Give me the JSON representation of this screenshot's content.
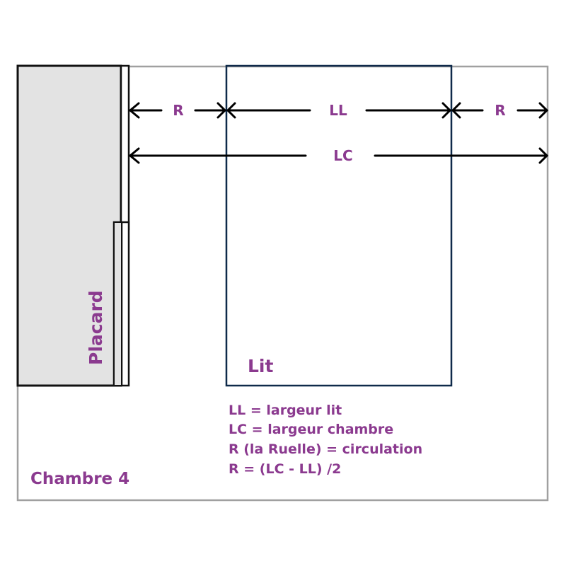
{
  "colors": {
    "label": "#8b3a8f",
    "room_border": "#a0a0a0",
    "bed_border": "#0f2a4a",
    "closet_fill": "#e3e3e3",
    "closet_border": "#111111",
    "arrow": "#000000"
  },
  "room": {
    "name": "Chambre 4"
  },
  "closet": {
    "label": "Placard"
  },
  "bed": {
    "label": "Lit"
  },
  "dimensions": {
    "r_left": "R",
    "ll": "LL",
    "r_right": "R",
    "lc": "LC"
  },
  "legend": [
    "LL = largeur lit",
    "LC = largeur chambre",
    "R (la Ruelle) = circulation",
    "R = (LC - LL) /2"
  ]
}
